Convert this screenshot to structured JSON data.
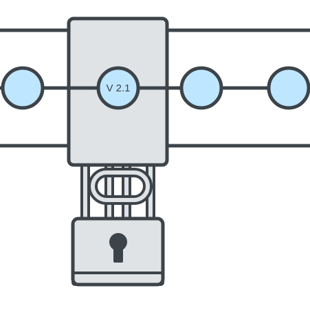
{
  "diagram": {
    "version_label": "V 2.1",
    "nodes": [
      {
        "id": "node-1"
      },
      {
        "id": "node-2-version"
      },
      {
        "id": "node-3"
      },
      {
        "id": "node-4"
      }
    ],
    "icons": {
      "lock": "padlock-icon",
      "chain": "chain-link-icon",
      "keyhole": "keyhole-icon"
    },
    "colors": {
      "stroke": "#3c4349",
      "node_fill": "#bfe6ff",
      "panel_fill": "#dfe3e6",
      "lock_fill": "#dfe3e6",
      "background": "#ffffff"
    }
  }
}
